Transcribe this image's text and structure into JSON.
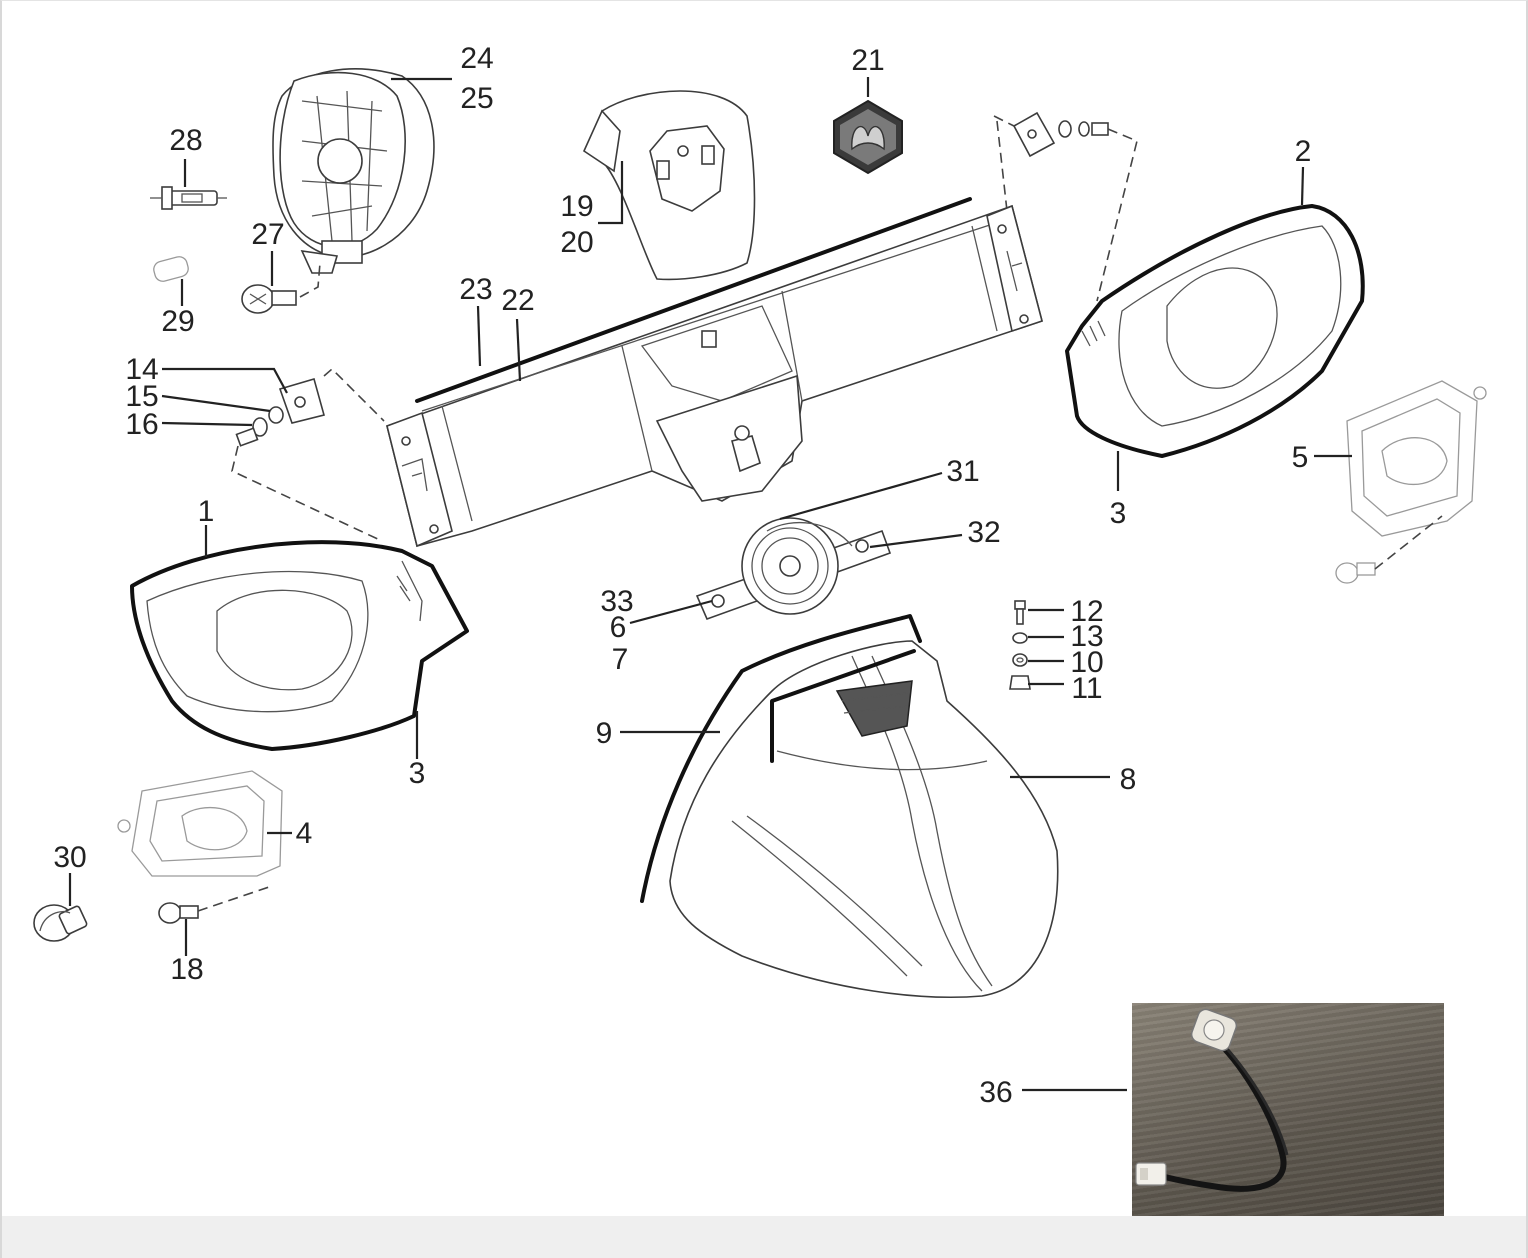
{
  "diagram": {
    "callouts": [
      "1",
      "2",
      "3",
      "3",
      "4",
      "5",
      "6",
      "7",
      "8",
      "9",
      "10",
      "11",
      "12",
      "13",
      "14",
      "15",
      "16",
      "18",
      "19",
      "20",
      "21",
      "22",
      "23",
      "24",
      "25",
      "27",
      "28",
      "29",
      "30",
      "31",
      "32",
      "33",
      "36"
    ]
  }
}
